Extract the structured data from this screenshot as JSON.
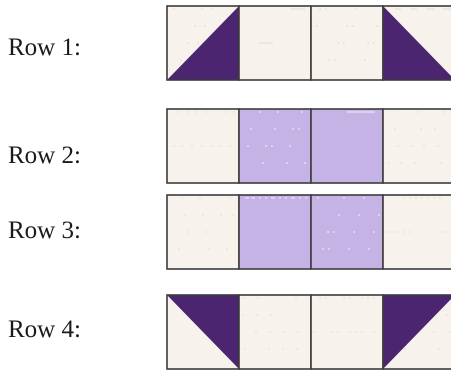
{
  "rows": [
    {
      "label": "Row 1:",
      "blocks": [
        "hst-lower-right-dark",
        "plain-light",
        "plain-light",
        "hst-lower-left-dark"
      ]
    },
    {
      "label": "Row 2:",
      "blocks": [
        "plain-light",
        "plain-lavender",
        "plain-lavender",
        "plain-light"
      ]
    },
    {
      "label": "Row 3:",
      "blocks": [
        "plain-light",
        "plain-lavender",
        "plain-lavender",
        "plain-light"
      ]
    },
    {
      "label": "Row 4:",
      "blocks": [
        "hst-upper-left-dark",
        "plain-light",
        "plain-light",
        "hst-upper-right-dark"
      ]
    }
  ],
  "colors": {
    "light": "#f7f3ec",
    "lavender": "#c6b3e6",
    "dark_purple": "#4b2570",
    "border": "#3c3c3c"
  }
}
